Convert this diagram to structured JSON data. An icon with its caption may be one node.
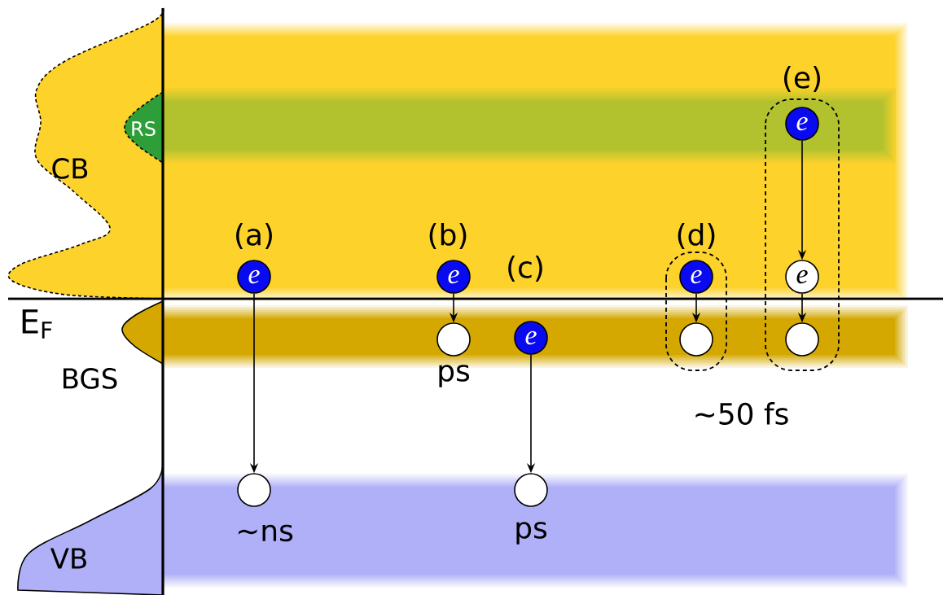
{
  "diagram": {
    "nodes": [
      {
        "text": [
          "CB"
        ]
      },
      {
        "text": [
          "RS"
        ],
        "in": 0
      },
      {
        "text": [
          "BGS"
        ]
      },
      {
        "text": [
          "VB"
        ]
      },
      {
        "text": [
          "(d)"
        ]
      },
      {
        "text": [
          "(e)"
        ]
      },
      {
        "text": [
          "e"
        ],
        "beside": [
          "(a)"
        ]
      },
      {
        "text": [],
        "shape": "circle",
        "beside": [
          "~ns"
        ]
      },
      {
        "text": [
          "e"
        ],
        "beside": [
          "(b)"
        ]
      },
      {
        "text": [],
        "shape": "circle",
        "beside": [
          "ps"
        ]
      },
      {
        "text": [
          "e"
        ],
        "beside": [
          "(c)"
        ]
      },
      {
        "text": [],
        "shape": "circle",
        "beside": [
          "ps"
        ]
      },
      {
        "text": [
          "e"
        ],
        "in": 4
      },
      {
        "text": [],
        "shape": "circle",
        "in": 4
      },
      {
        "text": [
          "e"
        ],
        "in": 5
      },
      {
        "text": [
          "e"
        ],
        "in": 5
      },
      {
        "text": [],
        "shape": "circle",
        "in": 5
      }
    ],
    "edges": [
      {
        "from": 6,
        "to": 7,
        "arrow": "to"
      },
      {
        "from": 8,
        "to": 9,
        "arrow": "to"
      },
      {
        "from": 10,
        "to": 11,
        "arrow": "to"
      },
      {
        "from": 12,
        "to": 13,
        "arrow": "to"
      },
      {
        "from": 14,
        "to": 15,
        "arrow": "to"
      },
      {
        "from": 15,
        "to": 16,
        "arrow": "to"
      }
    ],
    "labels": [
      "E$_{F}$",
      "~50 fs"
    ]
  }
}
